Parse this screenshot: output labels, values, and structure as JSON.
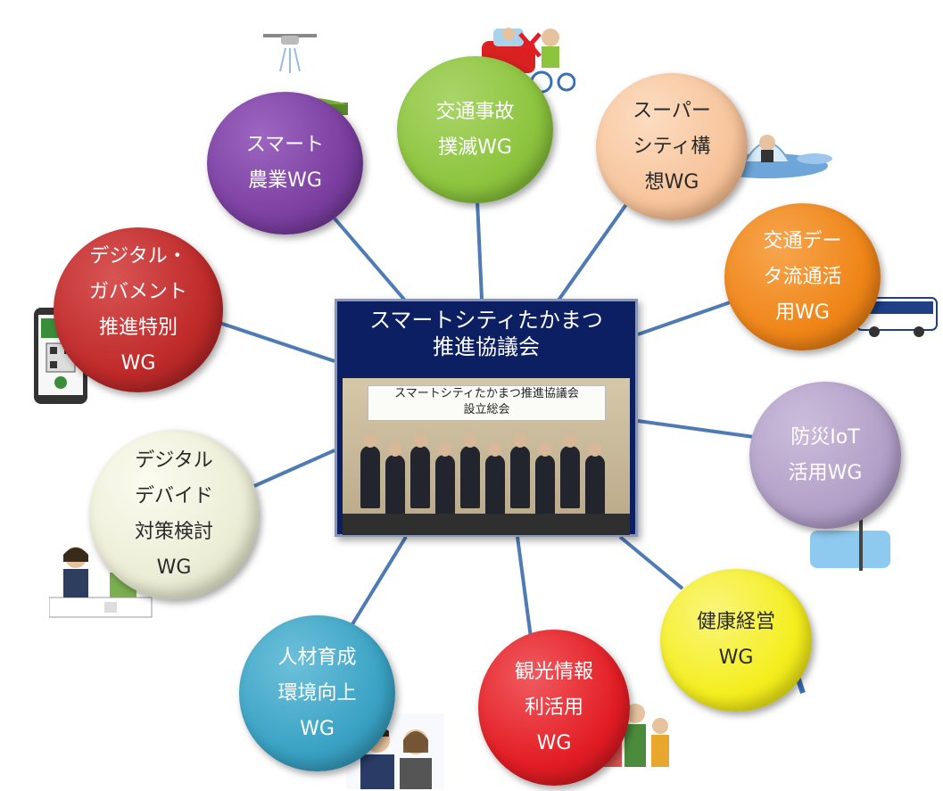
{
  "hub": {
    "title": "スマートシティたかまつ\n推進協議会",
    "photo_banner": "スマートシティたかまつ推進協議会\n設立総会"
  },
  "working_groups": [
    {
      "id": "agri",
      "label": "スマート\n農業WG",
      "color": "#7b3fa0"
    },
    {
      "id": "traffic-accident",
      "label": "交通事故\n撲滅WG",
      "color": "#8cc43e"
    },
    {
      "id": "super-city",
      "label": "スーパー\nシティ構\n想WG",
      "color": "#f7c49b"
    },
    {
      "id": "traffic-data",
      "label": "交通デー\nタ流通活\n用WG",
      "color": "#ef8518"
    },
    {
      "id": "disaster-iot",
      "label": "防災IoT\n活用WG",
      "color": "#b3a0c8"
    },
    {
      "id": "health",
      "label": "健康経営\nWG",
      "color": "#f4ee1e"
    },
    {
      "id": "tourism",
      "label": "観光情報\n利活用\nWG",
      "color": "#e31d24"
    },
    {
      "id": "talent",
      "label": "人材育成\n環境向上\nWG",
      "color": "#3aa2c4"
    },
    {
      "id": "digital-divide",
      "label": "デジタル\nデバイド\n対策検討\nWG",
      "color": "#ecedd6"
    },
    {
      "id": "digital-gov",
      "label": "デジタル・\nガバメント\n推進特別\nWG",
      "color": "#bf2a2a"
    }
  ],
  "colors": {
    "connector": "#4f7bb5",
    "hub_background": "#0c1f63"
  },
  "icons": [
    "drone-icon",
    "car-bicycle-accident-icon",
    "flying-car-icon",
    "bus-icon",
    "street-camera-icon",
    "running-person-icon",
    "tourists-icon",
    "business-people-icon",
    "elderly-support-icon",
    "vaccine-passport-phone-icon"
  ]
}
